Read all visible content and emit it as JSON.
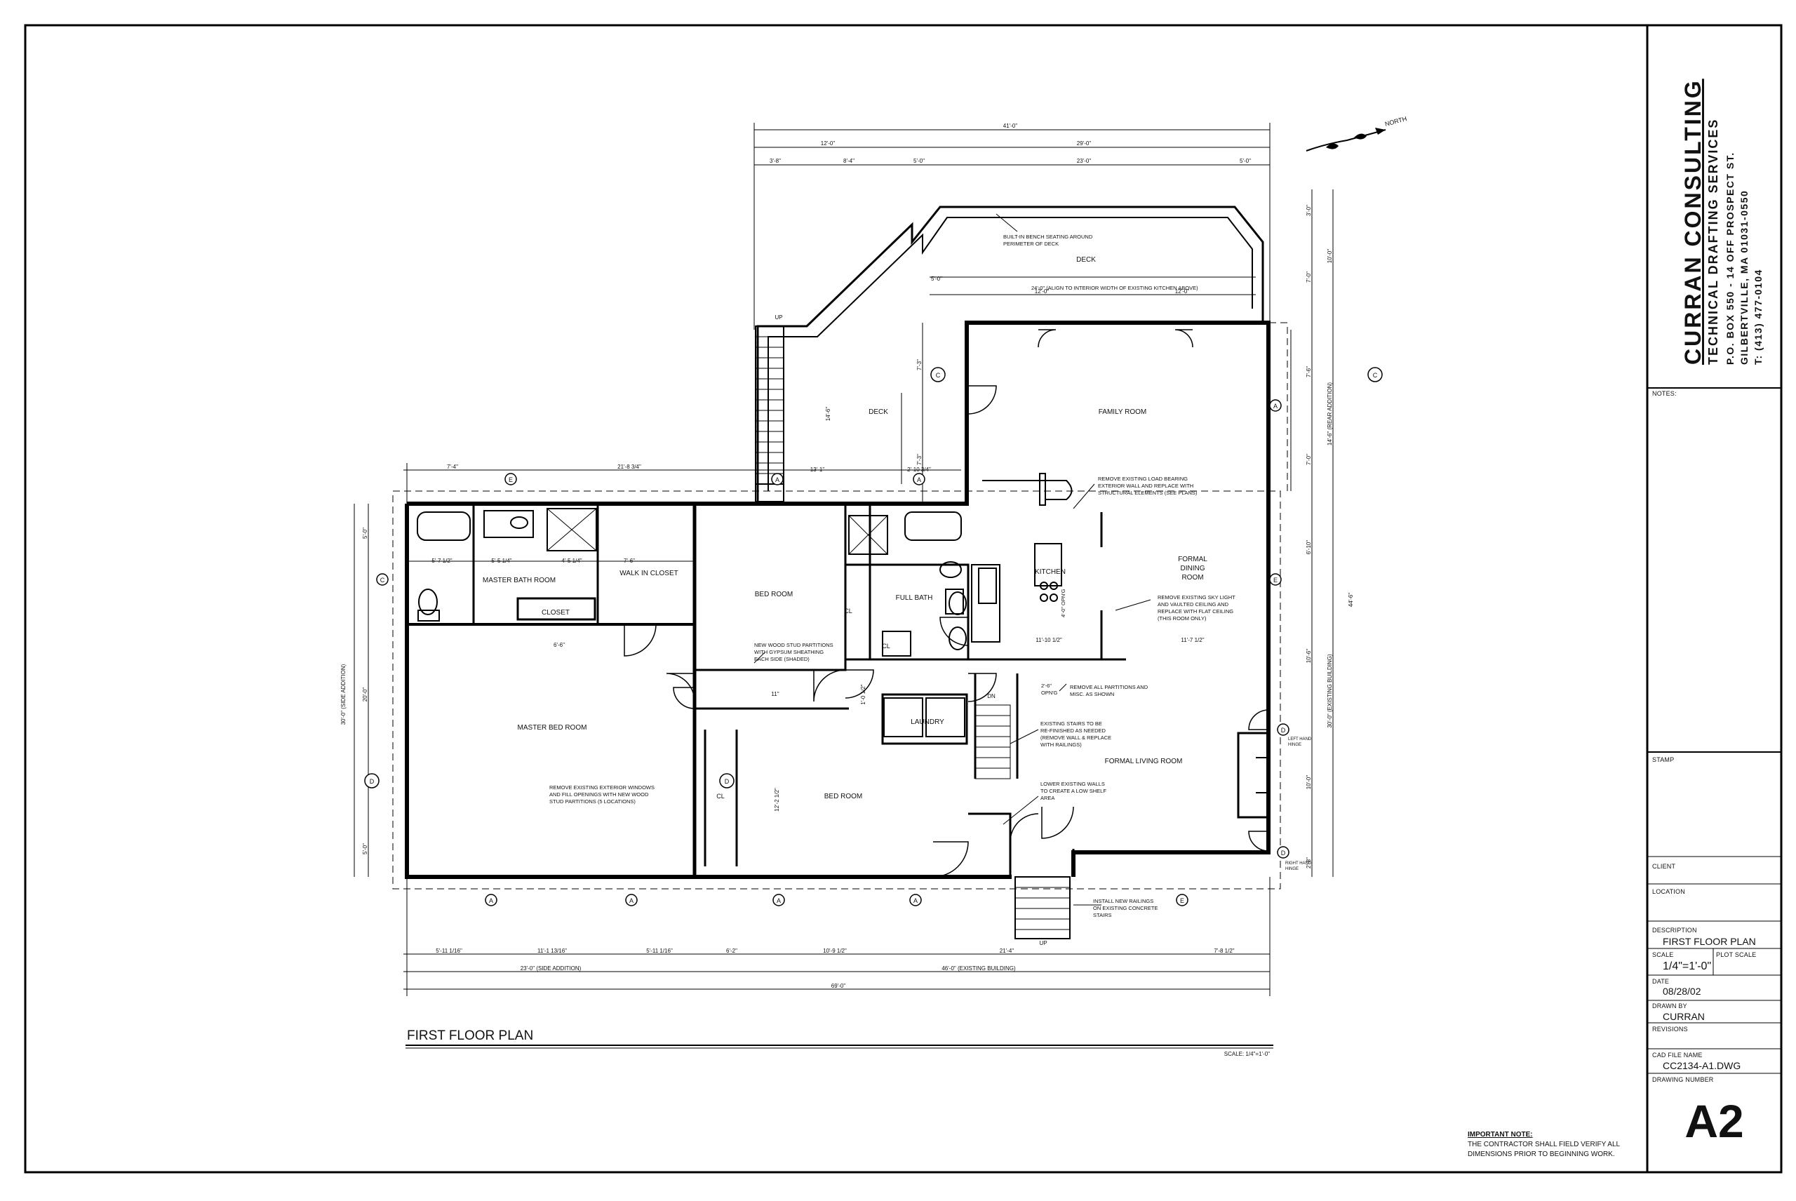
{
  "title_block": {
    "firm_name": "Curran Consulting",
    "firm_subtitle": "Technical Drafting Services",
    "firm_address_1": "P.O. Box 550 - 14 Off Prospect St.",
    "firm_address_2": "Gilbertville, MA 01031-0550",
    "firm_phone": "T: (413) 477-0104",
    "notes_label": "NOTES:",
    "stamp_label": "STAMP",
    "client_label": "CLIENT",
    "location_label": "LOCATION",
    "description_label": "DESCRIPTION",
    "description_value": "FIRST FLOOR PLAN",
    "scale_label": "SCALE",
    "scale_value": "1/4\"=1'-0\"",
    "plot_scale_label": "PLOT SCALE",
    "date_label": "DATE",
    "date_value": "08/28/02",
    "drawn_by_label": "DRAWN BY",
    "drawn_by_value": "CURRAN",
    "revisions_label": "REVISIONS",
    "cad_file_label": "CAD FILE NAME",
    "cad_file_value": "CC2134-A1.DWG",
    "drawing_number_label": "DRAWING NUMBER",
    "drawing_number_value": "A2"
  },
  "plan": {
    "title": "FIRST FLOOR PLAN",
    "scale_note": "SCALE: 1/4\"=1'-0\"",
    "north_label": "NORTH",
    "important_note_heading": "IMPORTANT NOTE:",
    "important_note_lines": [
      "THE CONTRACTOR SHALL FIELD VERIFY ALL",
      "DIMENSIONS PRIOR TO BEGINNING WORK."
    ],
    "rooms": {
      "deck_top": "DECK",
      "deck_left": "DECK",
      "family_room": "FAMILY ROOM",
      "master_bath": "MASTER BATH ROOM",
      "walk_in_closet": "WALK IN CLOSET",
      "closet": "CLOSET",
      "bed_room_1": "BED ROOM",
      "full_bath": "FULL BATH",
      "kitchen": "KITCHEN",
      "formal_dining_1": "FORMAL",
      "formal_dining_2": "DINING",
      "formal_dining_3": "ROOM",
      "master_bed": "MASTER BED ROOM",
      "laundry": "LAUNDRY",
      "bed_room_2": "BED ROOM",
      "formal_living": "FORMAL LIVING ROOM",
      "cl_1": "CL",
      "cl_2": "CL",
      "cl_3": "CL",
      "up_top": "UP",
      "up_bottom": "UP",
      "dn": "DN"
    },
    "notes": {
      "bench_1": "BUILT-IN BENCH SEATING AROUND",
      "bench_2": "PERIMETER OF DECK",
      "align": "24'-0\" (ALIGN TO INTERIOR WIDTH OF EXISTING KITCHEN ABOVE)",
      "remove_wall_1": "REMOVE EXISTING LOAD BEARING",
      "remove_wall_2": "EXTERIOR WALL AND REPLACE WITH",
      "remove_wall_3": "STRUCTURAL ELEMENTS (SEE PLANS)",
      "skylight_1": "REMOVE EXISTING SKY LIGHT",
      "skylight_2": "AND VAULTED CEILING AND",
      "skylight_3": "REPLACE WITH FLAT CEILING",
      "skylight_4": "(THIS ROOM ONLY)",
      "stud_1": "NEW WOOD STUD PARTITIONS",
      "stud_2": "WITH GYPSUM SHEATHING",
      "stud_3": "EACH SIDE (SHADED)",
      "partitions_1": "REMOVE ALL PARTITIONS AND",
      "partitions_2": "MISC. AS SHOWN",
      "stairs_1": "EXISTING STAIRS TO BE",
      "stairs_2": "RE-FINISHED AS NEEDED",
      "stairs_3": "(REMOVE WALL & REPLACE",
      "stairs_4": "WITH RAILINGS)",
      "lower_1": "LOWER EXISTING WALLS",
      "lower_2": "TO CREATE A LOW SHELF",
      "lower_3": "AREA",
      "windows_1": "REMOVE EXISTING EXTERIOR WINDOWS",
      "windows_2": "AND FILL OPENINGS WITH NEW WOOD",
      "windows_3": "STUD PARTITIONS (5 LOCATIONS)",
      "railings_1": "INSTALL NEW RAILINGS",
      "railings_2": "ON EXISTING CONCRETE",
      "railings_3": "STAIRS",
      "opng_1": "4'-0\" OPN'G",
      "opng_2": "2'-6\"",
      "opng_3": "OPN'G",
      "left_hinge_1": "LEFT HAND",
      "left_hinge_2": "HINGE",
      "right_hinge_1": "RIGHT HAND",
      "right_hinge_2": "HINGE"
    },
    "dimensions": {
      "top_total": "41'-0\"",
      "top_12": "12'-0\"",
      "top_29": "29'-0\"",
      "top_3_8": "3'-8\"",
      "top_8_4": "8'-4\"",
      "top_5_0": "5'-0\"",
      "top_23": "23'-0\"",
      "top_5_0b": "5'-0\"",
      "deck_5_0": "5'-0\"",
      "deck_12_a": "12'-0\"",
      "deck_12_b": "12'-0\"",
      "left_7_4": "7'-4\"",
      "left_21_8": "21'-8 3/4\"",
      "left_13_1": "13'-1\"",
      "left_2_10": "2'-10 3/4\"",
      "bath_5_7": "5'-7 1/2\"",
      "bath_5_5": "5'-5 1/4\"",
      "bath_4_5": "4'-5 1/4\"",
      "wic_7_6": "7'-6\"",
      "closet_6_6": "6'-6\"",
      "kit_11_10": "11'-10 1/2\"",
      "din_11_7": "11'-7 1/2\"",
      "hall_1_0": "1'-0 1/2\"",
      "bed_12_2": "12'-2 1/2\"",
      "bed_11": "11\"",
      "deck_14_6": "14'-6\"",
      "deck_7_3a": "7'-3\"",
      "deck_7_3b": "7'-3\"",
      "right_3_0": "3'-0\"",
      "right_7_0a": "7'-0\"",
      "right_10_0": "10'-0\"",
      "right_7_6": "7'-6\"",
      "right_14_6": "14'-6\" (REAR ADDITION)",
      "right_7_0b": "7'-0\"",
      "right_44_6": "44'-6\"",
      "right_6_10": "6'-10\"",
      "right_10_6": "10'-6\"",
      "right_30": "30'-0\" (EXISTING BUILDING)",
      "right_10_0b": "10'-0\"",
      "right_2_8": "2'-8\"",
      "leftside_5_0a": "5'-0\"",
      "leftside_30": "30'-0\" (SIDE ADDITION)",
      "leftside_20": "20'-0\"",
      "leftside_5_0b": "5'-0\"",
      "bot_5_11": "5'-11 1/16\"",
      "bot_11_1": "11'-1 13/16\"",
      "bot_5_11b": "5'-11 1/16\"",
      "bot_6_2": "6'-2\"",
      "bot_10_9": "10'-9 1/2\"",
      "bot_21_4": "21'-4\"",
      "bot_7_8": "7'-8 1/2\"",
      "bot_23": "23'-0\" (SIDE ADDITION)",
      "bot_46": "46'-0\" (EXISTING BUILDING)",
      "bot_69": "69'-0\""
    }
  }
}
